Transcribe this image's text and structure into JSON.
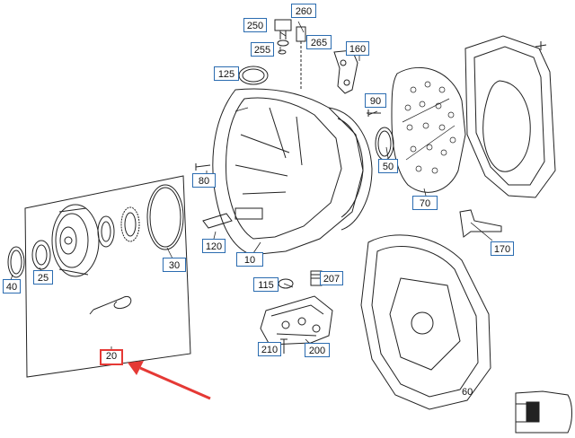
{
  "callouts": {
    "c20": "20",
    "c25": "25",
    "c30": "30",
    "c40": "40",
    "c50": "50",
    "c60": "60",
    "c70": "70",
    "c80": "80",
    "c90": "90",
    "c10": "10",
    "c115": "115",
    "c120": "120",
    "c125": "125",
    "c160": "160",
    "c170": "170",
    "c200": "200",
    "c207": "207",
    "c210": "210",
    "c250": "250",
    "c255": "255",
    "c260": "260",
    "c265": "265"
  },
  "highlight": {
    "part": "20",
    "color": "#e53935"
  }
}
